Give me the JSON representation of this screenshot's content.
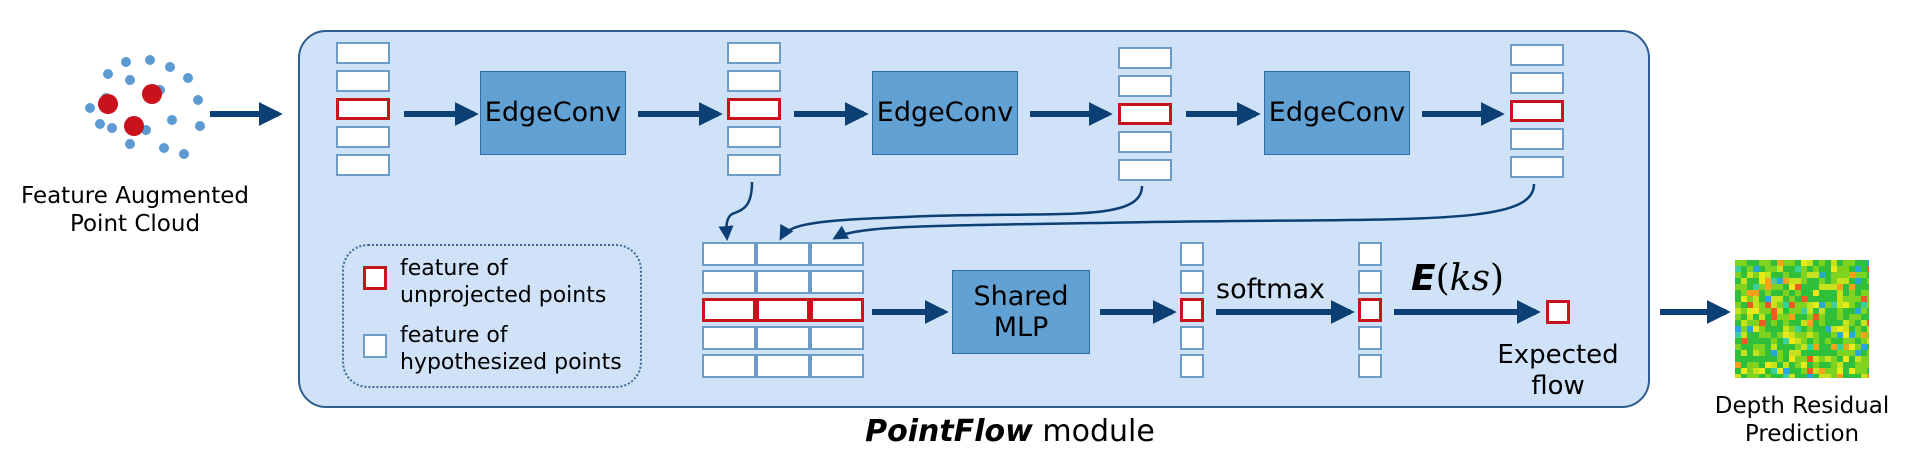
{
  "input_label_line1": "Feature Augmented",
  "input_label_line2": "Point Cloud",
  "ops": {
    "edgeconv_1": "EdgeConv",
    "edgeconv_2": "EdgeConv",
    "edgeconv_3": "EdgeConv",
    "shared_mlp_line1": "Shared",
    "shared_mlp_line2": "MLP"
  },
  "softmax_label": "softmax",
  "expectation": {
    "operator": "E",
    "open": "(",
    "argument": "ks",
    "close": ")"
  },
  "expected_flow_line1": "Expected",
  "expected_flow_line2": "flow",
  "legend": {
    "unprojected_line1": "feature of",
    "unprojected_line2": "unprojected points",
    "hypothesized_line1": "feature of",
    "hypothesized_line2": "hypothesized points"
  },
  "module_title_bold": "PointFlow",
  "module_title_rest": " module",
  "output_label_line1": "Depth Residual",
  "output_label_line2": "Prediction",
  "colors": {
    "module_fill": "#cfe2f8",
    "module_border": "#2d5d8f",
    "op_fill": "#62a1d3",
    "arrow": "#0c3f73",
    "unprojected_red": "#c8121c",
    "hypothesized_blue": "#6d9cc9",
    "point_blue": "#5b9bd2"
  }
}
